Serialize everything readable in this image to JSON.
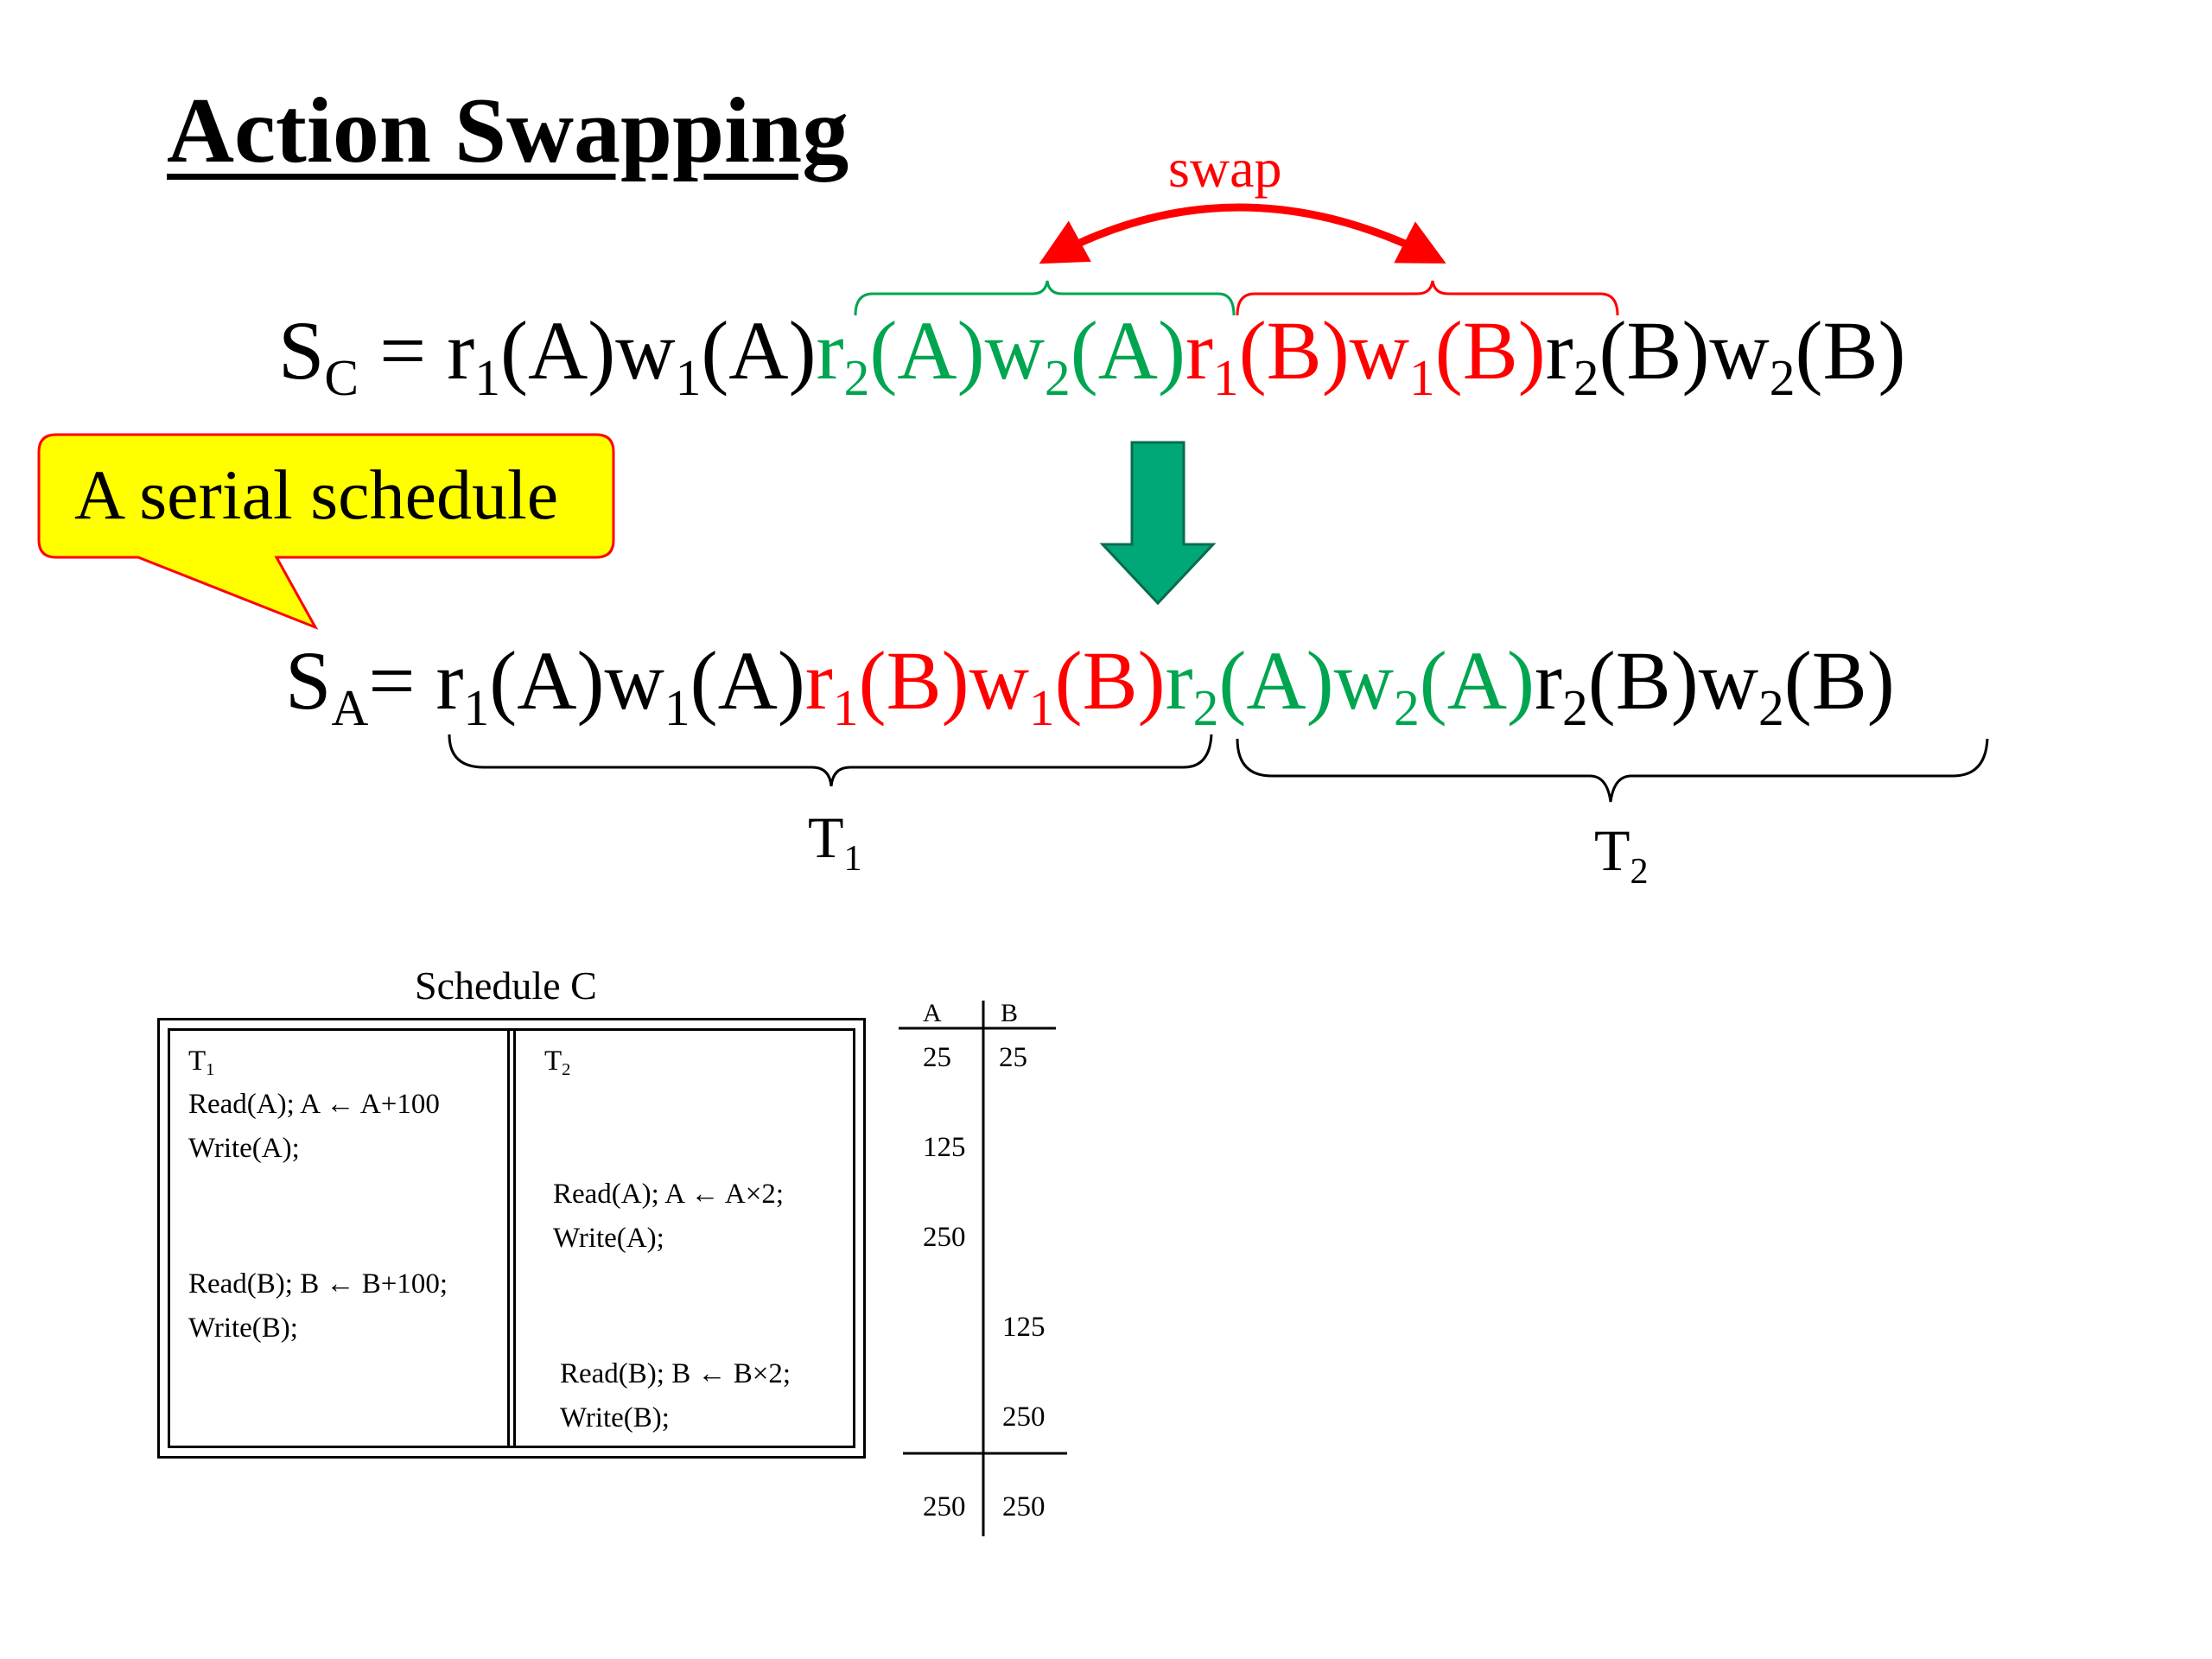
{
  "title": "Action Swapping",
  "swap_label": "swap",
  "callout": "A serial schedule",
  "schedule_c_equation": {
    "lhs": "S",
    "lhs_sub": "C",
    "eq": " = ",
    "ops": [
      {
        "op": "r",
        "sub": "1",
        "item": "(A)",
        "color": "black"
      },
      {
        "op": "w",
        "sub": "1",
        "item": "(A)",
        "color": "black"
      },
      {
        "op": "r",
        "sub": "2",
        "item": "(A)",
        "color": "green"
      },
      {
        "op": "w",
        "sub": "2",
        "item": "(A)",
        "color": "green"
      },
      {
        "op": "r",
        "sub": "1",
        "item": "(B)",
        "color": "red"
      },
      {
        "op": "w",
        "sub": "1",
        "item": "(B)",
        "color": "red"
      },
      {
        "op": "r",
        "sub": "2",
        "item": "(B)",
        "color": "black"
      },
      {
        "op": "w",
        "sub": "2",
        "item": "(B)",
        "color": "black"
      }
    ]
  },
  "schedule_a_equation": {
    "lhs": "S",
    "lhs_sub": "A",
    "eq": "= ",
    "ops": [
      {
        "op": "r",
        "sub": "1",
        "item": "(A)",
        "color": "black"
      },
      {
        "op": "w",
        "sub": "1",
        "item": "(A)",
        "color": "black"
      },
      {
        "op": "r",
        "sub": "1",
        "item": "(B)",
        "color": "red"
      },
      {
        "op": "w",
        "sub": "1",
        "item": "(B)",
        "color": "red"
      },
      {
        "op": "r",
        "sub": "2",
        "item": "(A)",
        "color": "green"
      },
      {
        "op": "w",
        "sub": "2",
        "item": "(A)",
        "color": "green"
      },
      {
        "op": "r",
        "sub": "2",
        "item": "(B)",
        "color": "black"
      },
      {
        "op": "w",
        "sub": "2",
        "item": "(B)",
        "color": "black"
      }
    ]
  },
  "brace_labels": {
    "t1": {
      "main": "T",
      "sub": "1"
    },
    "t2": {
      "main": "T",
      "sub": "2"
    }
  },
  "schedule_table": {
    "caption": "Schedule C",
    "col1_header": {
      "main": "T",
      "sub": "1"
    },
    "col2_header": {
      "main": "T",
      "sub": "2"
    },
    "t1_lines": [
      "Read(A); A ← A+100",
      "Write(A);",
      "Read(B); B ←  B+100;",
      "Write(B);"
    ],
    "t2_lines": [
      "Read(A); A ←  A×2;",
      "Write(A);",
      "Read(B); B ←  B×2;",
      "Write(B);"
    ]
  },
  "values_table": {
    "headers": [
      "A",
      "B"
    ],
    "initial": [
      "25",
      "25"
    ],
    "a_values": [
      "125",
      "250"
    ],
    "b_values": [
      "125",
      "250"
    ],
    "final": [
      "250",
      "250"
    ]
  },
  "colors": {
    "green": "#00a54f",
    "red": "#ff0000",
    "callout_fill": "#ffff00",
    "callout_border": "#ff0000",
    "arrow_fill": "#00a878"
  }
}
